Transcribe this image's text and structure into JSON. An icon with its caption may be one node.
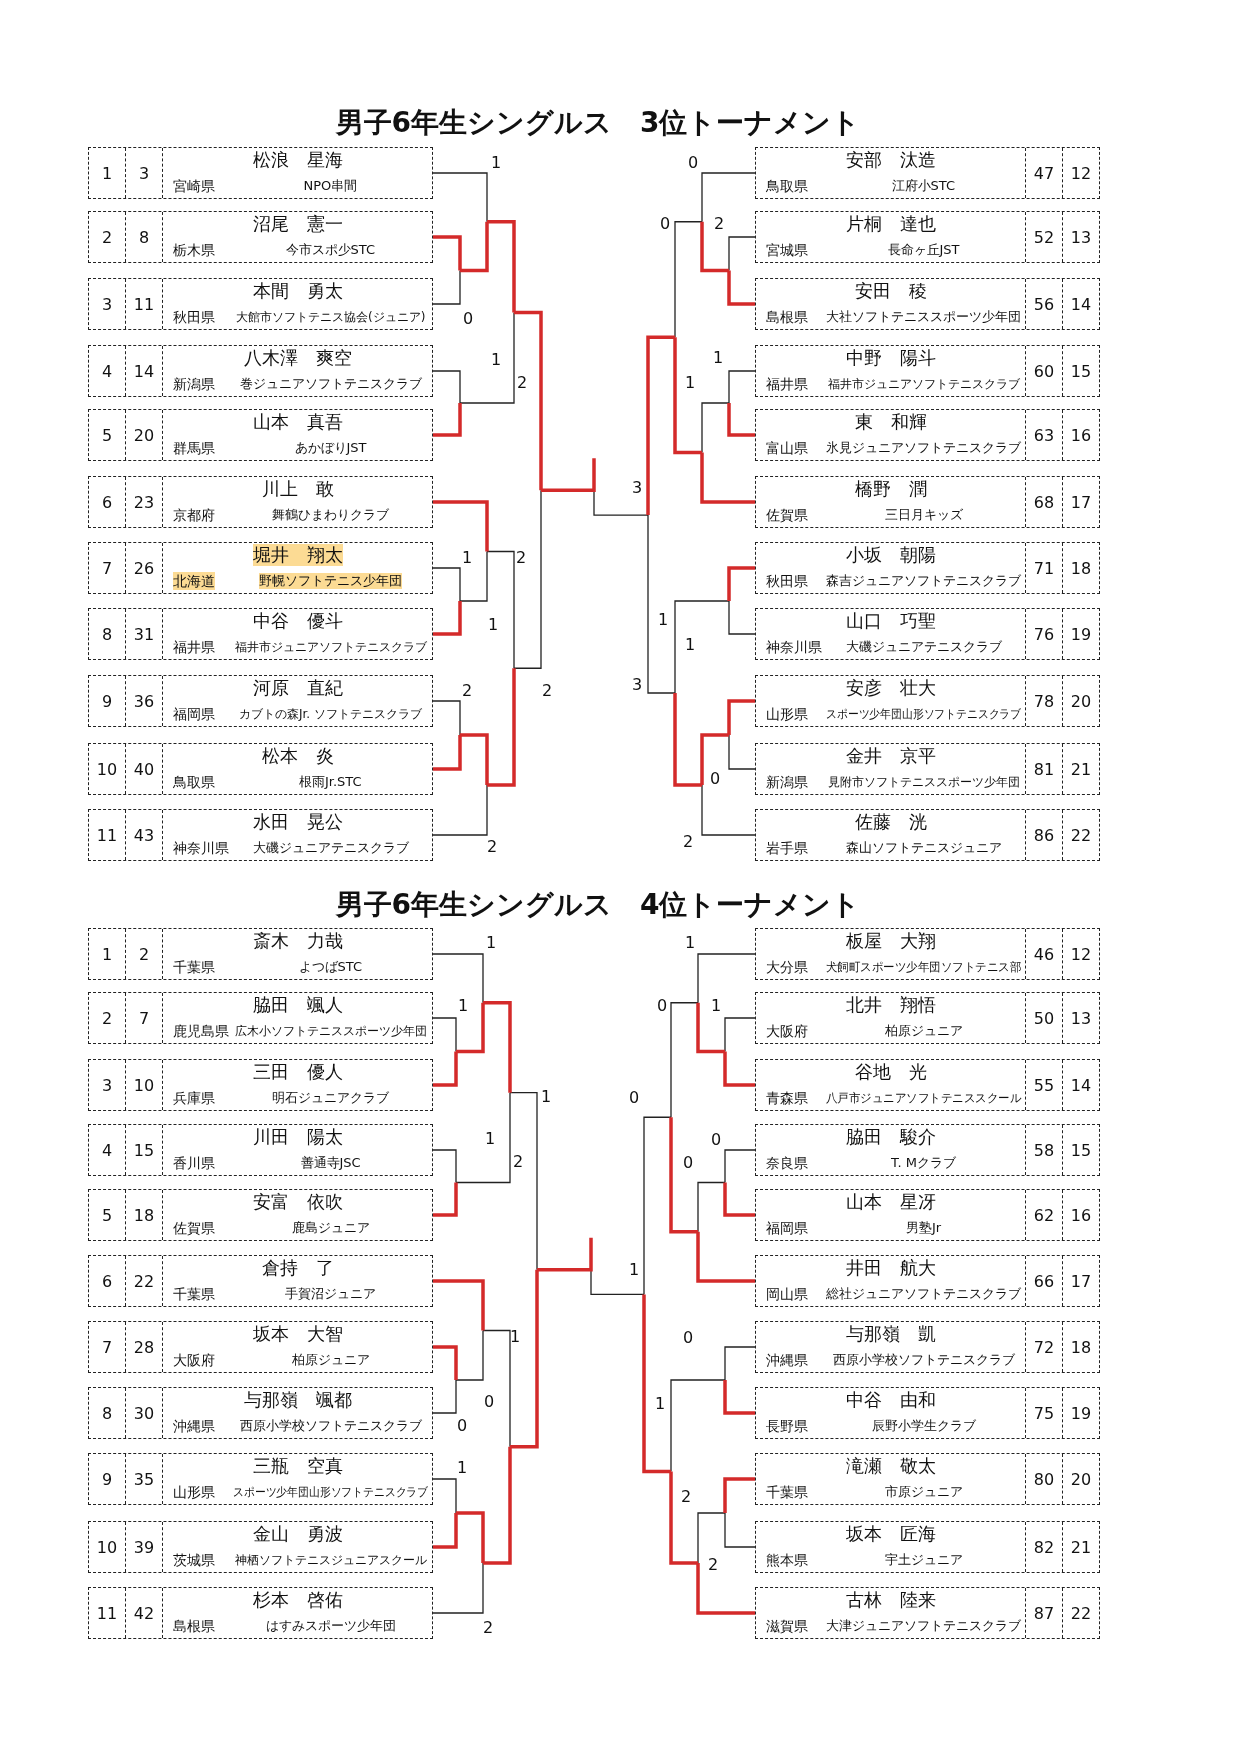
{
  "diagram": {
    "nodes": [
      {
        "text": [
          "1",
          "3",
          "松浪　星海",
          "宮崎県",
          "NPO串間"
        ]
      },
      {
        "text": [
          "2",
          "8",
          "沼尾　憲一",
          "栃木県",
          "今市スポ少STC"
        ]
      },
      {
        "text": [
          "3",
          "11",
          "本間　勇太",
          "秋田県",
          "大館市ソフトテニス協会(ジュニア)"
        ]
      },
      {
        "text": [
          "4",
          "14",
          "八木澤　爽空",
          "新潟県",
          "巻ジュニアソフトテニスクラブ"
        ]
      },
      {
        "text": [
          "5",
          "20",
          "山本　真吾",
          "群馬県",
          "あかぼりJST"
        ]
      },
      {
        "text": [
          "6",
          "23",
          "川上　敢",
          "京都府",
          "舞鶴ひまわりクラブ"
        ]
      },
      {
        "text": [
          "7",
          "26",
          "堀井　翔太",
          "北海道",
          "野幌ソフトテニス少年団"
        ]
      },
      {
        "text": [
          "8",
          "31",
          "中谷　優斗",
          "福井県",
          "福井市ジュニアソフトテニスクラブ"
        ]
      },
      {
        "text": [
          "9",
          "36",
          "河原　直紀",
          "福岡県",
          "カブトの森Jr. ソフトテニスクラブ"
        ]
      },
      {
        "text": [
          "10",
          "40",
          "松本　炎",
          "鳥取県",
          "根雨Jr.STC"
        ]
      },
      {
        "text": [
          "11",
          "43",
          "水田　晃公",
          "神奈川県",
          "大磯ジュニアテニスクラブ"
        ]
      },
      {
        "text": [
          "安部　汰造",
          "鳥取県",
          "江府小STC",
          "47",
          "12"
        ]
      },
      {
        "text": [
          "片桐　達也",
          "宮城県",
          "長命ヶ丘JST",
          "52",
          "13"
        ]
      },
      {
        "text": [
          "安田　稜",
          "島根県",
          "大社ソフトテニススポーツ少年団",
          "56",
          "14"
        ]
      },
      {
        "text": [
          "中野　陽斗",
          "福井県",
          "福井市ジュニアソフトテニスクラブ",
          "60",
          "15"
        ]
      },
      {
        "text": [
          "東　和輝",
          "富山県",
          "氷見ジュニアソフトテニスクラブ",
          "63",
          "16"
        ]
      },
      {
        "text": [
          "橋野　潤",
          "佐賀県",
          "三日月キッズ",
          "68",
          "17"
        ]
      },
      {
        "text": [
          "小坂　朝陽",
          "秋田県",
          "森吉ジュニアソフトテニスクラブ",
          "71",
          "18"
        ]
      },
      {
        "text": [
          "山口　巧聖",
          "神奈川県",
          "大磯ジュニアテニスクラブ",
          "76",
          "19"
        ]
      },
      {
        "text": [
          "安彦　壮大",
          "山形県",
          "スポーツ少年団山形ソフトテニスクラブ",
          "78",
          "20"
        ]
      },
      {
        "text": [
          "金井　京平",
          "新潟県",
          "見附市ソフトテニススポーツ少年団",
          "81",
          "21"
        ]
      },
      {
        "text": [
          "佐藤　洸",
          "岩手県",
          "森山ソフトテニスジュニア",
          "86",
          "22"
        ]
      },
      {
        "text": [
          "1",
          "2",
          "斎木　力哉",
          "千葉県",
          "よつばSTC"
        ]
      },
      {
        "text": [
          "2",
          "7",
          "脇田　颯人",
          "鹿児島県",
          "広木小ソフトテニススポーツ少年団"
        ]
      },
      {
        "text": [
          "3",
          "10",
          "三田　優人",
          "兵庫県",
          "明石ジュニアクラブ"
        ]
      },
      {
        "text": [
          "4",
          "15",
          "川田　陽太",
          "香川県",
          "善通寺JSC"
        ]
      },
      {
        "text": [
          "5",
          "18",
          "安富　依吹",
          "佐賀県",
          "鹿島ジュニア"
        ]
      },
      {
        "text": [
          "6",
          "22",
          "倉持　了",
          "千葉県",
          "手賀沼ジュニア"
        ]
      },
      {
        "text": [
          "7",
          "28",
          "坂本　大智",
          "大阪府",
          "柏原ジュニア"
        ]
      },
      {
        "text": [
          "8",
          "30",
          "与那嶺　颯都",
          "沖縄県",
          "西原小学校ソフトテニスクラブ"
        ]
      },
      {
        "text": [
          "9",
          "35",
          "三瓶　空真",
          "山形県",
          "スポーツ少年団山形ソフトテニスクラブ"
        ]
      },
      {
        "text": [
          "10",
          "39",
          "金山　勇波",
          "茨城県",
          "神栖ソフトテニスジュニアスクール"
        ]
      },
      {
        "text": [
          "11",
          "42",
          "杉本　啓佑",
          "島根県",
          "はすみスポーツ少年団"
        ]
      },
      {
        "text": [
          "板屋　大翔",
          "大分県",
          "犬飼町スポーツ少年団ソフトテニス部",
          "46",
          "12"
        ]
      },
      {
        "text": [
          "北井　翔悟",
          "大阪府",
          "柏原ジュニア",
          "50",
          "13"
        ]
      },
      {
        "text": [
          "谷地　光",
          "青森県",
          "八戸市ジュニアソフトテニススクール",
          "55",
          "14"
        ]
      },
      {
        "text": [
          "脇田　駿介",
          "奈良県",
          "T. Mクラブ",
          "58",
          "15"
        ]
      },
      {
        "text": [
          "山本　星冴",
          "福岡県",
          "男塾Jr",
          "62",
          "16"
        ]
      },
      {
        "text": [
          "井田　航大",
          "岡山県",
          "総社ジュニアソフトテニスクラブ",
          "66",
          "17"
        ]
      },
      {
        "text": [
          "与那嶺　凱",
          "沖縄県",
          "西原小学校ソフトテニスクラブ",
          "72",
          "18"
        ]
      },
      {
        "text": [
          "中谷　由和",
          "長野県",
          "辰野小学生クラブ",
          "75",
          "19"
        ]
      },
      {
        "text": [
          "滝瀬　敬太",
          "千葉県",
          "市原ジュニア",
          "80",
          "20"
        ]
      },
      {
        "text": [
          "坂本　匠海",
          "熊本県",
          "宇土ジュニア",
          "82",
          "21"
        ]
      },
      {
        "text": [
          "古林　陸来",
          "滋賀県",
          "大津ジュニアソフトテニスクラブ",
          "87",
          "22"
        ]
      }
    ],
    "labels": [
      "男子6年生シングルス　3位トーナメント",
      "1",
      "0",
      "1",
      "2",
      "1",
      "2",
      "1",
      "2",
      "2",
      "2",
      "0",
      "0",
      "2",
      "1",
      "1",
      "3",
      "1",
      "1",
      "3",
      "0",
      "2",
      "男子6年生シングルス　4位トーナメント",
      "1",
      "1",
      "1",
      "1",
      "2",
      "1",
      "0",
      "0",
      "1",
      "2",
      "1",
      "0",
      "1",
      "0",
      "0",
      "0",
      "1",
      "0",
      "1",
      "2",
      "2"
    ]
  }
}
